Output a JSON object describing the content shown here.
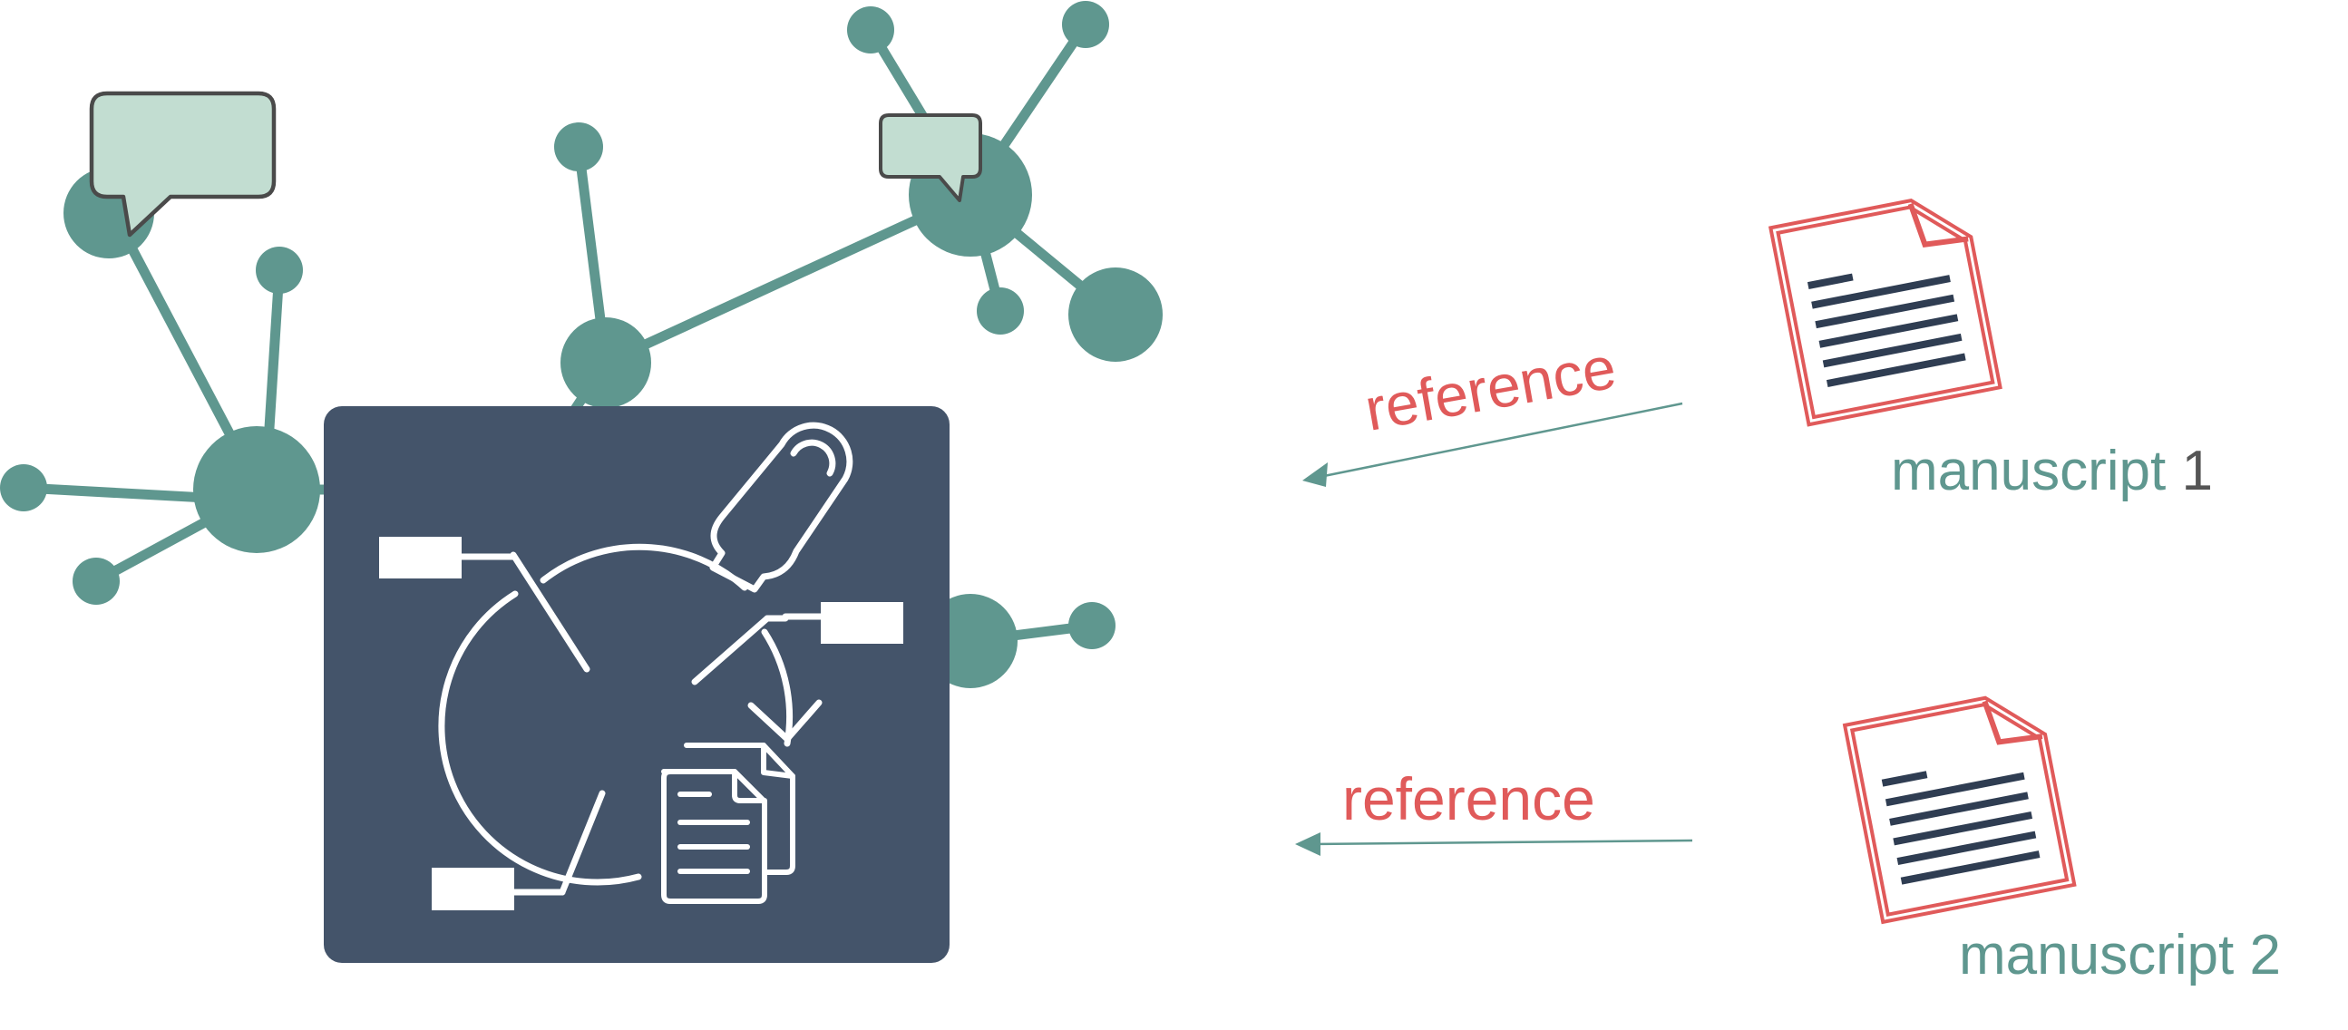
{
  "colors": {
    "network": "#5f978f",
    "panel": "#44546a",
    "bubble_fill": "#c2ddd1",
    "bubble_stroke": "#4a4a4a",
    "reference": "#e05a5a",
    "doc_stroke": "#e05a5a",
    "doc_lines": "#2f3d52",
    "icon_white": "#ffffff"
  },
  "icons": [
    "speech-bubble-icon",
    "hub-diagram-icon",
    "highlighter-icon",
    "documents-icon",
    "document-icon"
  ],
  "labels": {
    "reference_1": "reference",
    "reference_2": "reference",
    "manuscript_1_prefix": "manuscript ",
    "manuscript_1_number": "1",
    "manuscript_2": "manuscript 2"
  }
}
